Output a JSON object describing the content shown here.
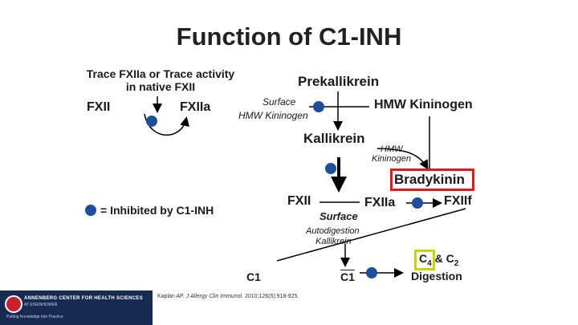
{
  "slide": {
    "title": "Function of C1-INH"
  },
  "left_panel": {
    "trace_line1": "Trace FXIIa or Trace activity",
    "trace_line2": "in native FXII",
    "fxii": "FXII",
    "fxiia": "FXIIa",
    "legend_text": "= Inhibited by C1-INH"
  },
  "cascade": {
    "prekallikrein": "Prekallikrein",
    "surface": "Surface",
    "hmw_kininogen_italic": "HMW Kininogen",
    "hmw_kininogen": "HMW Kininogen",
    "kallikrein": "Kallikrein",
    "hmw_small_1": "HMW",
    "hmw_small_2": "Kininogen",
    "bradykinin": "Bradykinin",
    "fxii": "FXII",
    "surface2": "Surface",
    "fxiia": "FXIIa",
    "fxiif": "FXIIf",
    "autodigestion": "Autodigestion",
    "kallikrein_italic": "Kallikrein",
    "c1": "C1",
    "c1_bar": "C1",
    "c4": "C",
    "c4_sub": "4",
    "and_c2": "& C",
    "c2_sub": "2",
    "digestion": "Digestion"
  },
  "footer": {
    "logo_line1": "ANNENBERG CENTER FOR HEALTH SCIENCES",
    "logo_line2": "AT EISENHOWER",
    "logo_line3": "Putting Knowledge into Practice",
    "citation_authors": "Kaplan AP.",
    "citation_journal": "J Allergy Clin Immunol.",
    "citation_rest": "2010;126(5):918-925."
  },
  "colors": {
    "title": "#222222",
    "inhibitor_blue": "#1f4e9c",
    "highlight_red": "#e0191f",
    "highlight_yellow": "#c8d400",
    "footer_navy": "#162a52"
  }
}
